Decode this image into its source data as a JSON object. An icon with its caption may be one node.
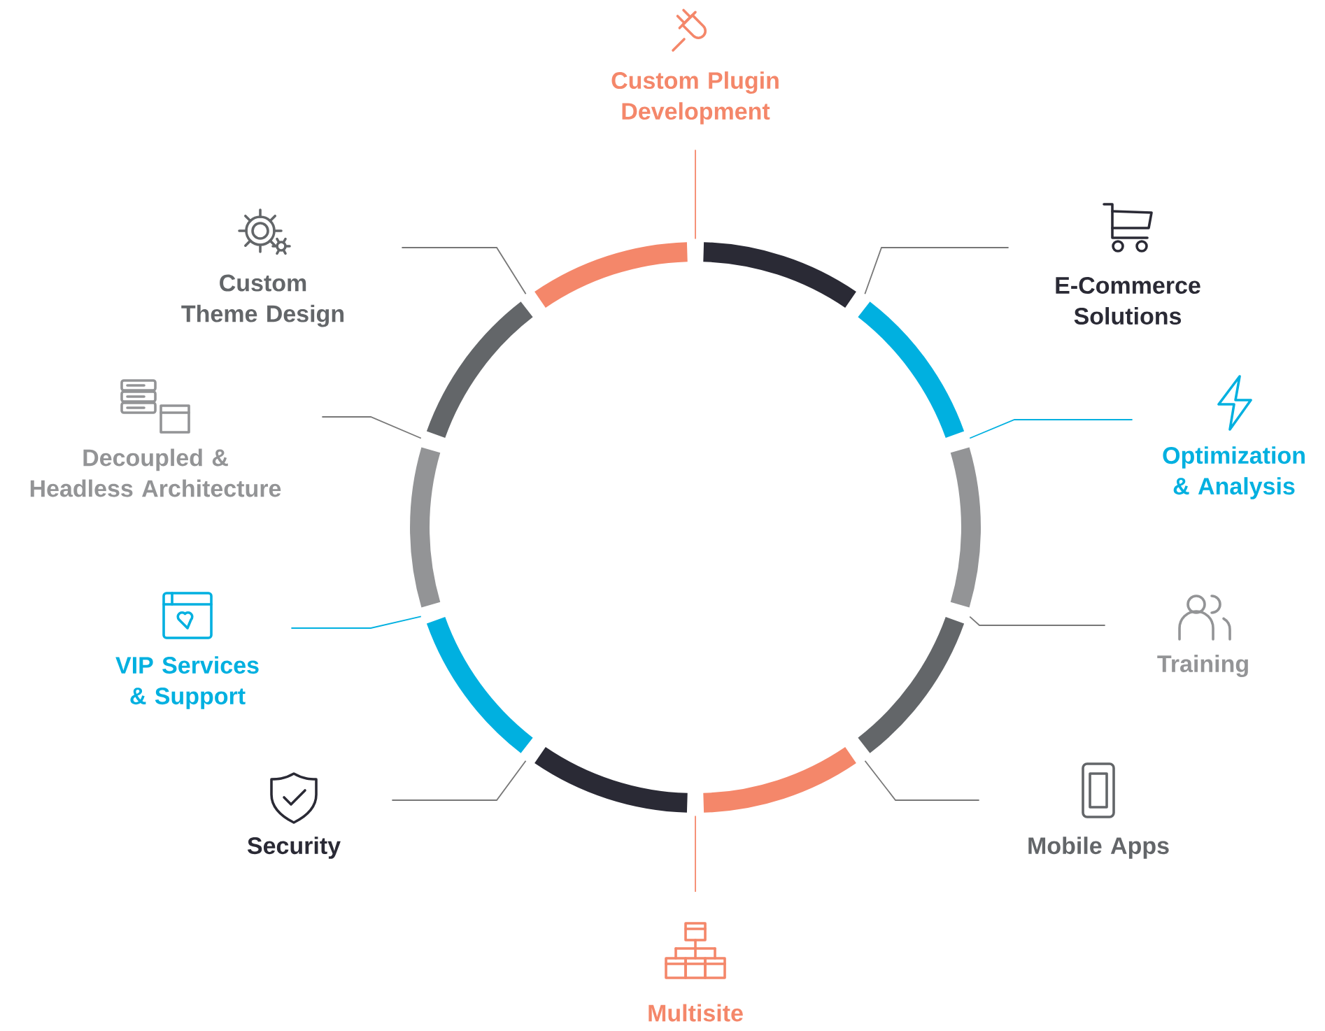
{
  "diagram": {
    "nodes": [
      {
        "text": [
          "Custom Plugin Development"
        ]
      },
      {
        "text": [
          "E-Commerce Solutions"
        ]
      },
      {
        "text": [
          "Optimization & Analysis"
        ]
      },
      {
        "text": [
          "Training"
        ]
      },
      {
        "text": [
          "Mobile Apps"
        ]
      },
      {
        "text": [
          "Multisite"
        ]
      },
      {
        "text": [
          "Security"
        ]
      },
      {
        "text": [
          "VIP Services & Support"
        ]
      },
      {
        "text": [
          "Decoupled & Headless Architecture"
        ]
      },
      {
        "text": [
          "Custom Theme Design"
        ]
      },
      {
        "text": [],
        "shape": "arc"
      },
      {
        "text": [],
        "shape": "arc"
      },
      {
        "text": [],
        "shape": "arc"
      },
      {
        "text": [],
        "shape": "arc"
      },
      {
        "text": [],
        "shape": "arc"
      },
      {
        "text": [],
        "shape": "arc"
      },
      {
        "text": [],
        "shape": "arc"
      },
      {
        "text": [],
        "shape": "arc"
      },
      {
        "text": [],
        "shape": "arc"
      },
      {
        "text": [],
        "shape": "arc"
      }
    ],
    "edges": [
      {
        "from": 0,
        "to": 10,
        "arrow": "none",
        "color": "#f4876a"
      },
      {
        "from": 1,
        "to": 11,
        "arrow": "none"
      },
      {
        "from": 2,
        "to": 12,
        "arrow": "none",
        "color": "#00b0e0"
      },
      {
        "from": 3,
        "to": 13,
        "arrow": "none"
      },
      {
        "from": 4,
        "to": 14,
        "arrow": "none"
      },
      {
        "from": 5,
        "to": 15,
        "arrow": "none",
        "color": "#f4876a"
      },
      {
        "from": 6,
        "to": 16,
        "arrow": "none"
      },
      {
        "from": 7,
        "to": 17,
        "arrow": "none",
        "color": "#00b0e0"
      },
      {
        "from": 8,
        "to": 18,
        "arrow": "none"
      },
      {
        "from": 9,
        "to": 19,
        "arrow": "none"
      }
    ]
  }
}
